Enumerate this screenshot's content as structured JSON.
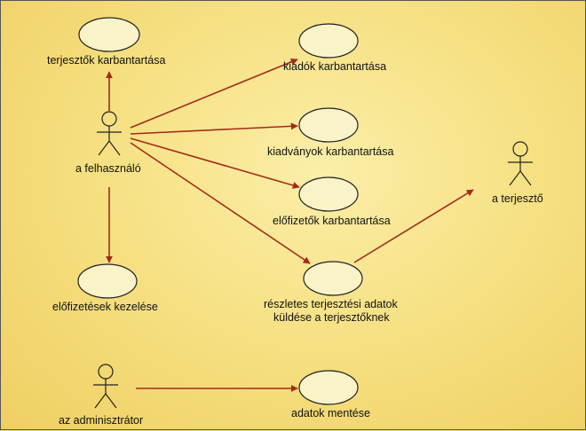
{
  "colors": {
    "stroke": "#a32a1a",
    "ellipse_fill": "#fbf3c8",
    "actor": "#222222"
  },
  "actors": {
    "user": "a felhasználó",
    "distributor": "a terjesztő",
    "admin": "az adminisztrátor"
  },
  "use_cases": {
    "distributors": "terjesztők karbantartása",
    "publishers": "kiadók karbantartása",
    "publications": "kiadványok karbantartása",
    "subscribers": "előfizetők karbantartása",
    "subscriptions": "előfizetések kezelése",
    "detailed_line1": "részletes terjesztési adatok",
    "detailed_line2": "küldése a terjesztőknek",
    "backup": "adatok mentése"
  }
}
